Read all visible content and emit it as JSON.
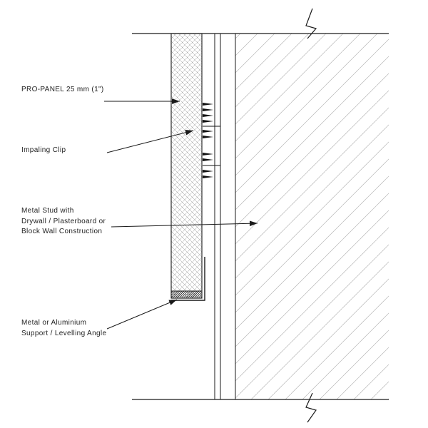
{
  "drawing": {
    "type": "architectural-section-detail",
    "description_labels_count": 4
  },
  "labels": {
    "pro_panel": "PRO-PANEL 25 mm (1\")",
    "impaling_clip": "Impaling Clip",
    "metal_stud": "Metal Stud with\nDrywall / Plasterboard or\nBlock Wall Construction",
    "support_angle": "Metal or Aluminium\nSupport / Levelling Angle"
  },
  "colors": {
    "outline": "#1a1a1a",
    "wall_hatch": "#b5b5b5",
    "panel_crosshatch": "#9a9a9a",
    "dense_hatch": "#333333",
    "text": "#222222"
  }
}
